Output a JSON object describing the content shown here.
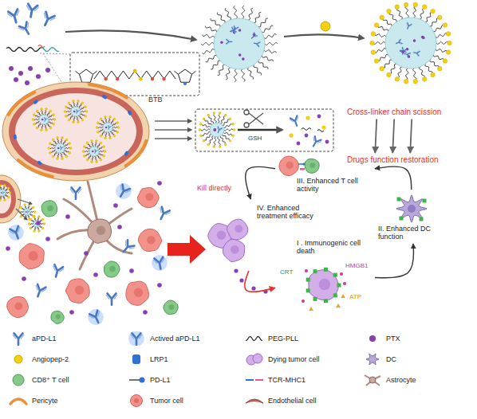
{
  "diagram": {
    "nodes": [
      {
        "text": [
          "Cross-linker chain scission"
        ]
      },
      {
        "text": [
          "Drugs function restoration"
        ]
      },
      {
        "text": [
          "I . Immunogenic cell death"
        ]
      },
      {
        "text": [
          "II. Enhanced DC function"
        ]
      },
      {
        "text": [
          "III. Enhanced T cell activity"
        ]
      },
      {
        "text": [
          "IV. Enhanced treatment efficacy"
        ]
      }
    ],
    "edges": [
      {
        "from": 0,
        "to": 1,
        "arrow": "to"
      },
      {
        "from": 0,
        "to": 1,
        "arrow": "to"
      },
      {
        "from": 0,
        "to": 1,
        "arrow": "to"
      },
      {
        "from": 5,
        "to": 2,
        "arrow": "to"
      },
      {
        "from": 2,
        "to": 3,
        "arrow": "to"
      },
      {
        "from": 3,
        "to": 4,
        "arrow": "to"
      },
      {
        "from": 4,
        "to": 5,
        "arrow": "to"
      }
    ],
    "labels": [
      "BTB",
      "GSH",
      "Kill directly",
      "CRT",
      "HMGB1",
      "ATP"
    ],
    "legend": [
      {
        "text": "aPD-L1"
      },
      {
        "text": "Actived aPD-L1"
      },
      {
        "text": "PEG-PLL"
      },
      {
        "text": "PTX"
      },
      {
        "text": "Angiopep-2"
      },
      {
        "text": "LRP1"
      },
      {
        "text": "Dying tumor cell"
      },
      {
        "text": "DC"
      },
      {
        "text": "CD8⁺ T cell"
      },
      {
        "text": "PD-L1"
      },
      {
        "text": "TCR-MHC1"
      },
      {
        "text": "Astrocyte"
      },
      {
        "text": "Pericyte"
      },
      {
        "text": "Tumor cell"
      },
      {
        "text": "Endothelial cell"
      }
    ]
  }
}
